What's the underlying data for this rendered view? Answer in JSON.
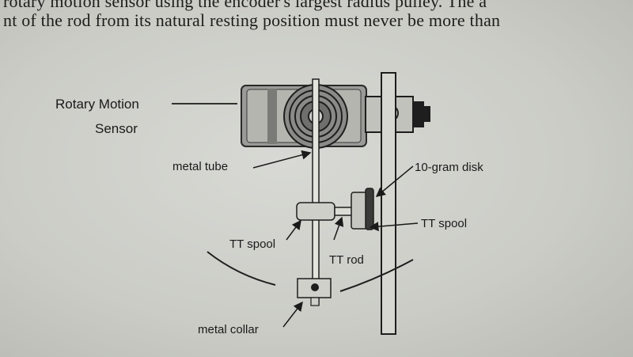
{
  "document": {
    "line1": "rotary motion sensor using the encoder's largest radius pulley. The a",
    "line2": "nt of the rod from its natural resting position must never be more than"
  },
  "diagram": {
    "labels": {
      "sensor_line1": "Rotary Motion",
      "sensor_line2": "Sensor",
      "metal_tube": "metal tube",
      "disk": "10-gram disk",
      "tt_spool_right": "TT spool",
      "tt_spool_left": "TT spool",
      "tt_rod": "TT rod",
      "metal_collar": "metal collar"
    }
  }
}
